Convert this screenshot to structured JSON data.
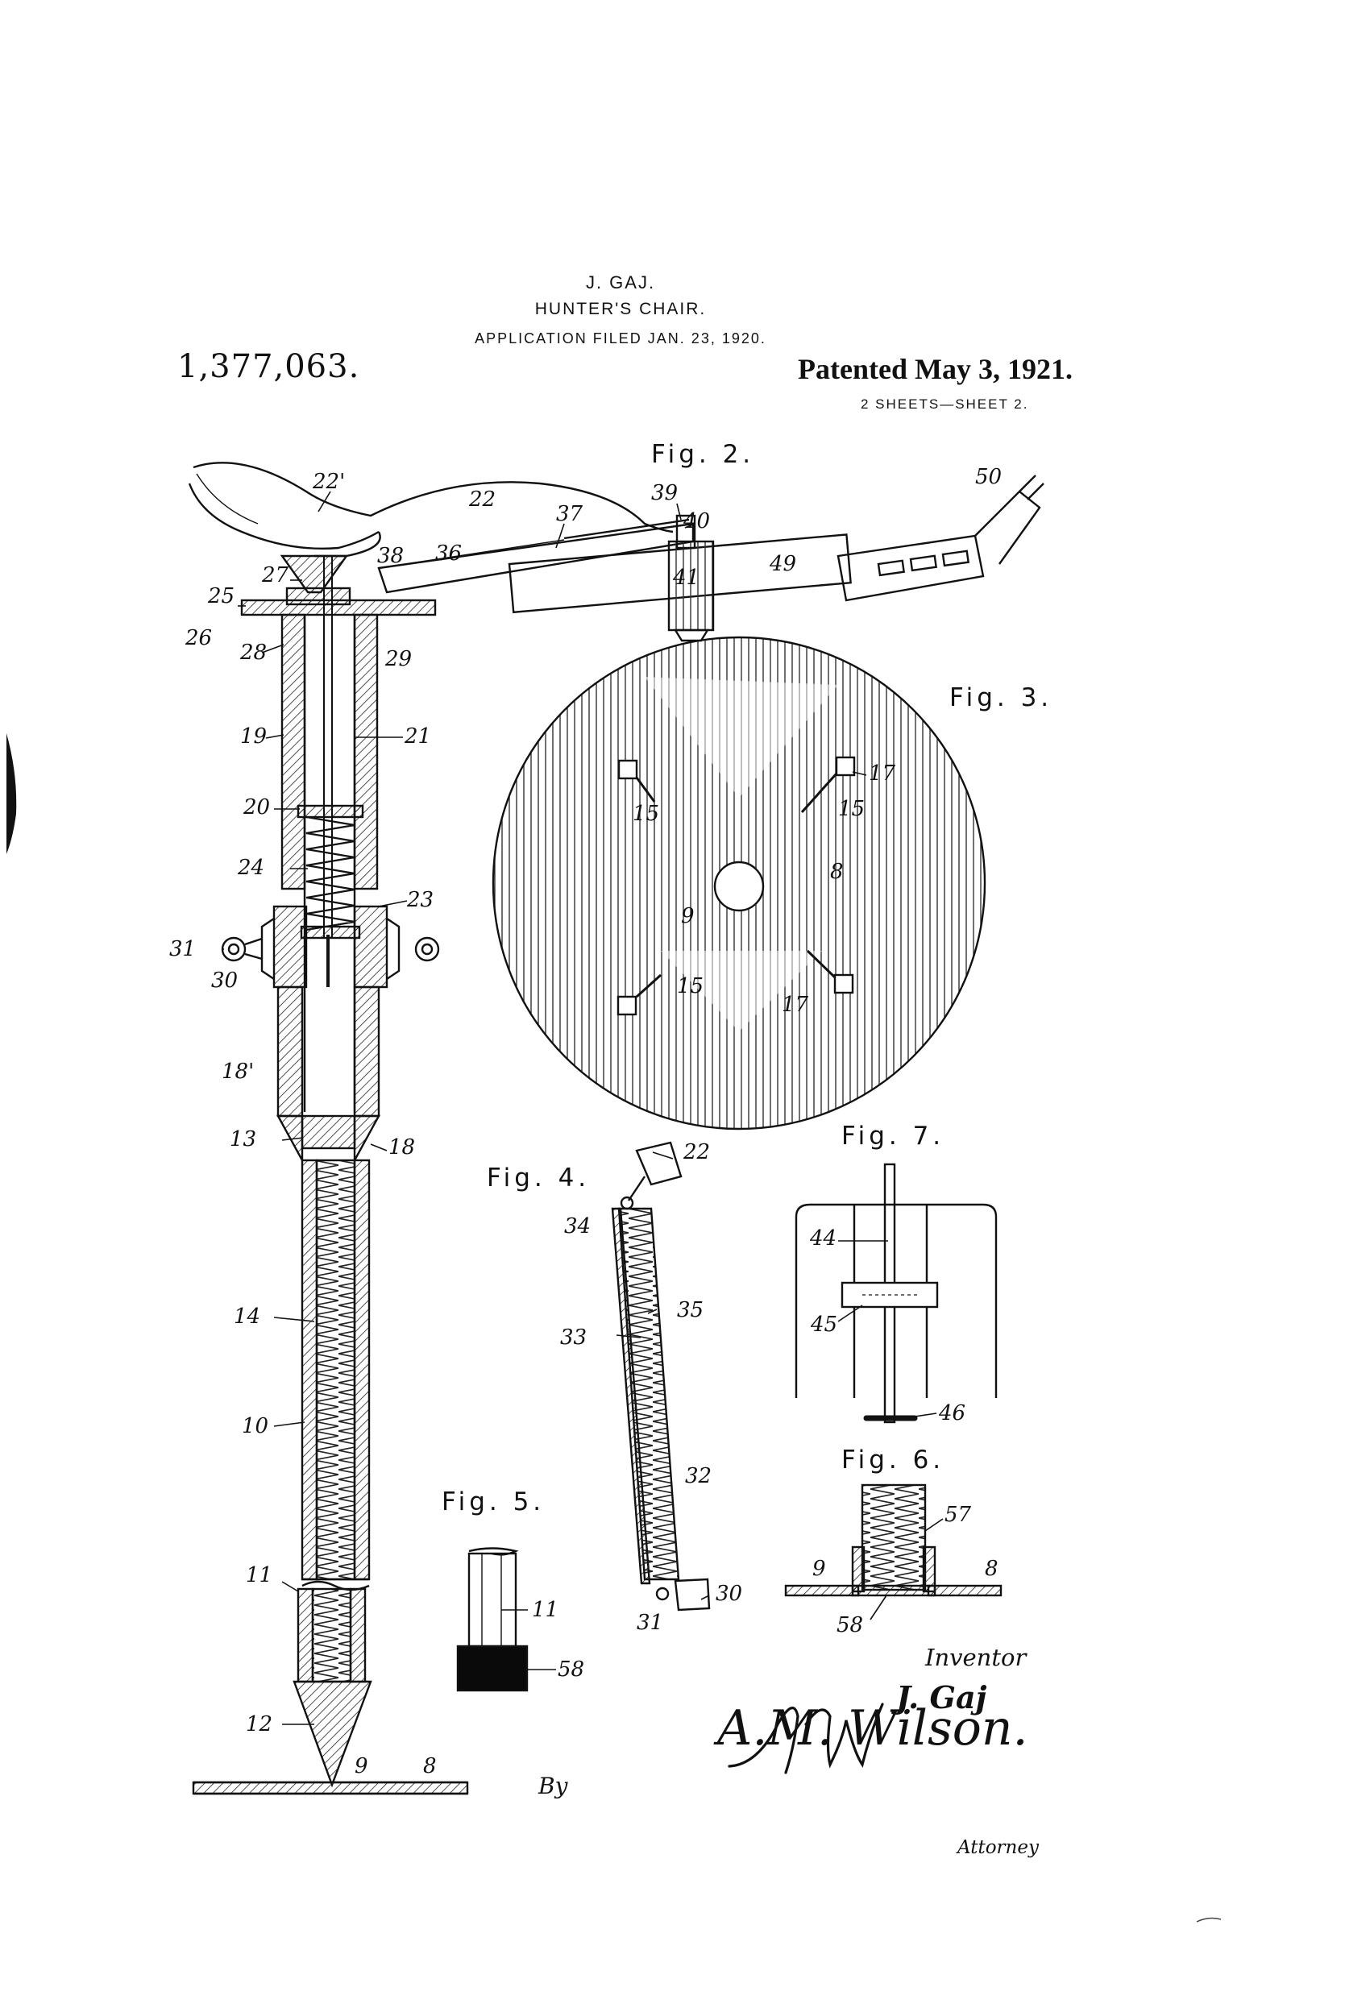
{
  "header": {
    "inventor": "J. GAJ.",
    "title": "HUNTER'S CHAIR.",
    "application": "APPLICATION FILED JAN. 23, 1920.",
    "patent_number": "1,377,063.",
    "patented": "Patented May 3, 1921.",
    "sheets": "2 SHEETS—SHEET 2."
  },
  "figures": {
    "fig2": "Fig. 2.",
    "fig3": "Fig. 3.",
    "fig4": "Fig. 4.",
    "fig5": "Fig. 5.",
    "fig6": "Fig. 6.",
    "fig7": "Fig. 7."
  },
  "refs": {
    "r22p": "22'",
    "r22a": "22",
    "r39": "39",
    "r40": "40",
    "r37": "37",
    "r38": "38",
    "r36": "36",
    "r41": "41",
    "r49": "49",
    "r50": "50",
    "r27": "27",
    "r25": "25",
    "r26": "26",
    "r28": "28",
    "r29": "29",
    "r19": "19",
    "r21": "21",
    "r20": "20",
    "r24": "24",
    "r23": "23",
    "r31a": "31",
    "r30a": "30",
    "r18p": "18'",
    "r13": "13",
    "r18": "18",
    "r14": "14",
    "r10": "10",
    "r11a": "11",
    "r12": "12",
    "r9a": "9",
    "r8a": "8",
    "r17a": "17",
    "r15a": "15",
    "r15b": "15",
    "r8b": "8",
    "r9b": "9",
    "r15c": "15",
    "r17b": "17",
    "r22b": "22",
    "r34": "34",
    "r33": "33",
    "r35": "35",
    "r32": "32",
    "r30b": "30",
    "r31b": "31",
    "r11b": "11",
    "r58a": "58",
    "r44": "44",
    "r45": "45",
    "r46": "46",
    "r57": "57",
    "r9c": "9",
    "r8c": "8",
    "r58b": "58"
  },
  "signatures": {
    "inventor_label": "Inventor",
    "inventor_name": "J. Gaj",
    "by": "By",
    "attorney_name": "A.M. Wilson.",
    "attorney_label": "Attorney"
  }
}
